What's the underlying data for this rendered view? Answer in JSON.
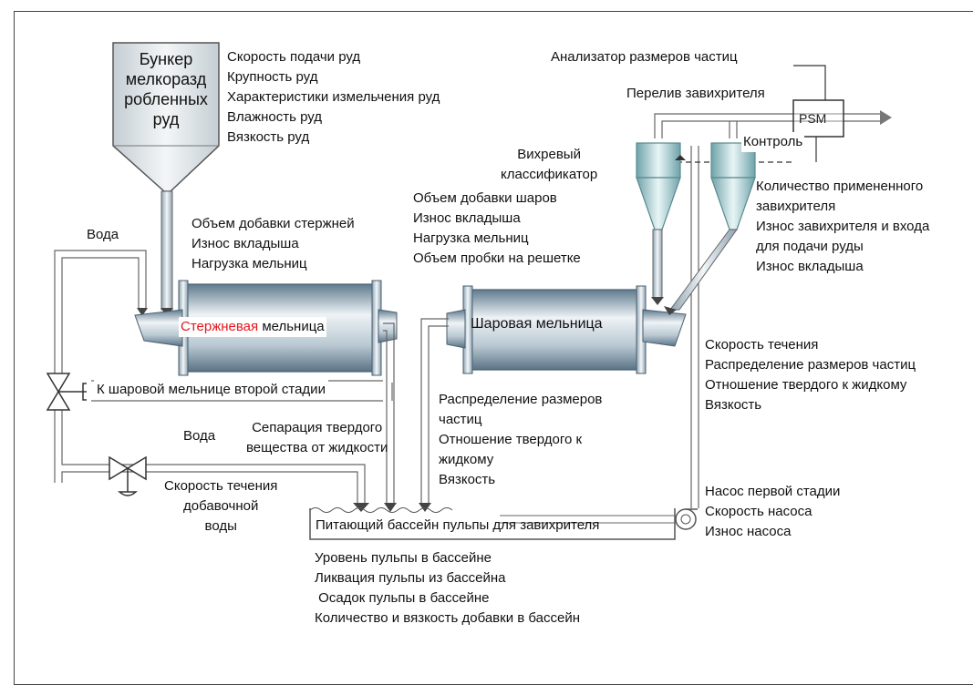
{
  "hopper": {
    "title_lines": [
      "Бункер",
      "мелкоразд",
      "робленных",
      "руд"
    ]
  },
  "hopper_params": [
    "Скорость подачи руд",
    "Крупность руд",
    "Характеристики измельчения руд",
    "Влажность руд",
    "Вязкость руд"
  ],
  "water_top": "Вода",
  "rod_params": [
    "Объем добавки стержней",
    "Износ вкладыша",
    "Нагрузка мельниц"
  ],
  "rod_mill": {
    "name_red": "Стержневая",
    "name_rest": " мельница"
  },
  "to_ball_mill": "К шаровой мельнице второй стадии",
  "water_mid": "Вода",
  "separation": [
    "Сепарация твердого",
    "вещества от жидкости"
  ],
  "make_up_water": [
    "Скорость течения",
    "добавочной",
    "воды"
  ],
  "ball_params": [
    "Объем добавки шаров",
    "Износ вкладыша",
    "Нагрузка мельниц",
    "Объем пробки на решетке"
  ],
  "ball_mill": {
    "name": "Шаровая мельница"
  },
  "ball_discharge_params": [
    "Распределение размеров",
    "частиц",
    "Отношение твердого к",
    "жидкому",
    "Вязкость"
  ],
  "sump": {
    "name": "Питающий бассейн пульпы для завихрителя"
  },
  "sump_params": [
    "Уровень пульпы в бассейне",
    "Ликвация пульпы из бассейна",
    " Осадок пульпы в бассейне",
    "Количество и вязкость добавки в бассейн"
  ],
  "psa": {
    "title": "Анализатор размеров частиц",
    "box": "PSM"
  },
  "overflow": "Перелив завихрителя",
  "control": "Контроль",
  "cyclone": [
    "Вихревый",
    "классификатор"
  ],
  "cyclone_params": [
    "Количество примененного",
    "завихрителя",
    "Износ завихрителя и входа",
    "для подачи руды",
    "Износ вкладыша"
  ],
  "feed_params": [
    "Скорость течения",
    "Распределение размеров частиц",
    "Отношение твердого к жидкому",
    "Вязкость"
  ],
  "pump_params": [
    "Насос первой стадии",
    "Скорость насоса",
    "Износ насоса"
  ]
}
